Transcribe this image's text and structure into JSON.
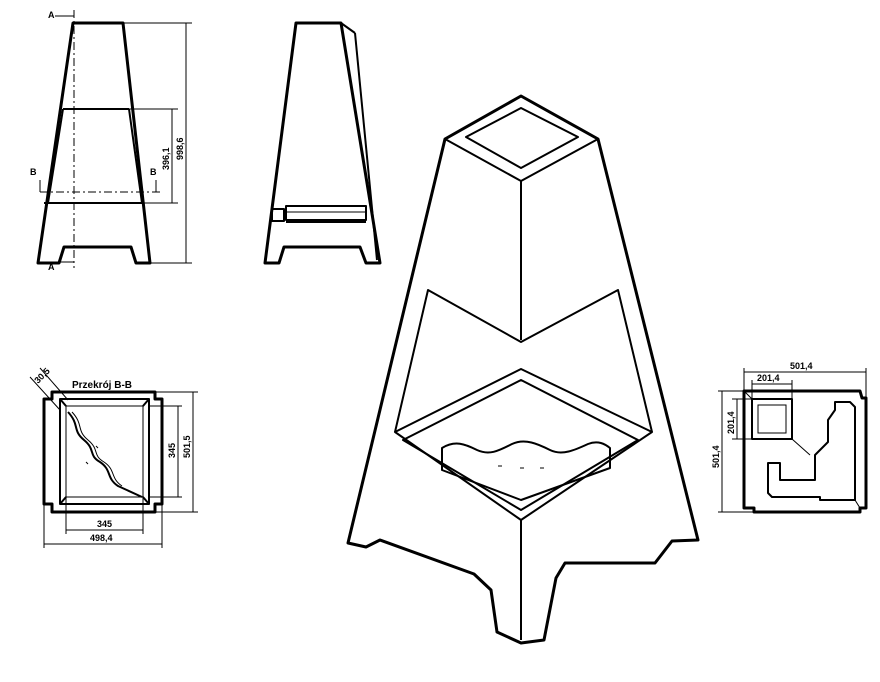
{
  "labels": {
    "section_a": "A",
    "section_b": "B",
    "section_title": "Przekrój B-B"
  },
  "dimensions": {
    "total_height": "998,6",
    "opening_height": "396,1",
    "wall_thickness": "30,5",
    "inner_depth": "345",
    "outer_depth": "501,5",
    "inner_width": "345",
    "outer_width": "498,4",
    "top_outer_width": "501,4",
    "top_inner_width": "201,4",
    "top_inner_depth": "201,4",
    "top_outer_depth": "501,4"
  }
}
